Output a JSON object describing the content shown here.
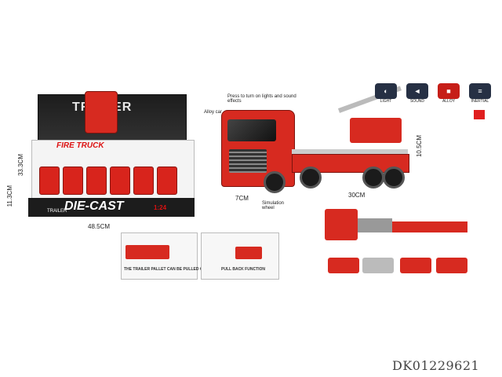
{
  "box": {
    "back_title": "TRAILER",
    "fire_label": "FIRE TRUCK",
    "front_text": "DIE-CAST",
    "scale": "1:24",
    "sub_label": "TRAILER"
  },
  "dims": {
    "box_height": "33.3CM",
    "box_depth": "11.3CM",
    "box_width": "48.5CM",
    "truck_height": "10.5CM",
    "truck_length": "30CM",
    "cab_length": "7CM"
  },
  "callouts": {
    "alloy": "Alloy car",
    "press": "Press to turn on lights and sound effects",
    "wheel": "Simulation wheel"
  },
  "icons": [
    {
      "name": "light-icon",
      "label": "LIGHT"
    },
    {
      "name": "sound-icon",
      "label": "SOUND"
    },
    {
      "name": "alloy-icon",
      "label": "ALLOY"
    },
    {
      "name": "inertial-icon",
      "label": "INERTIAL"
    }
  ],
  "panels": {
    "left_caption": "THE TRAILER PALLET CAN BE PULLED OUT.",
    "right_caption": "PULL BACK FUNCTION"
  },
  "watermark": "DK01229621",
  "colors": {
    "accent": "#d72a20",
    "dark": "#263044"
  }
}
